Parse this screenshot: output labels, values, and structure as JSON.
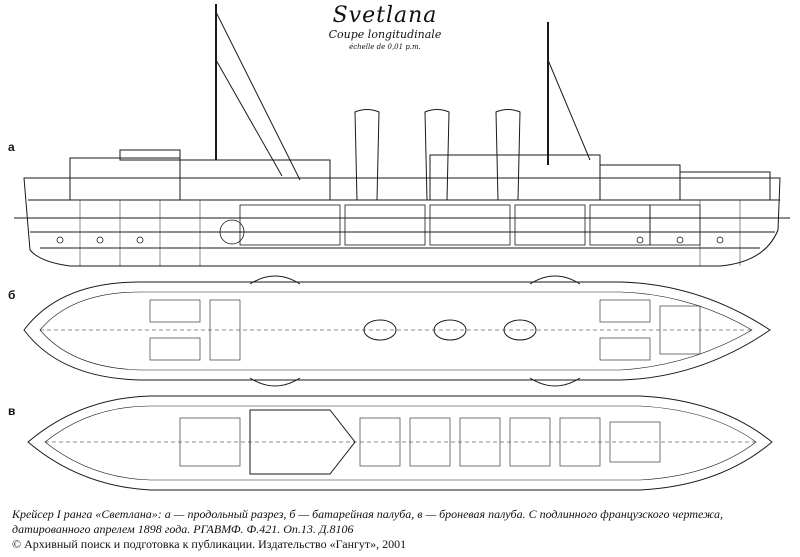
{
  "drawing": {
    "ship_name": "Svetlana",
    "subtitle": "Coupe longitudinale",
    "scale_note": "échelle de 0,01 p.m."
  },
  "panels": [
    {
      "id": "a",
      "label": "а"
    },
    {
      "id": "b",
      "label": "б"
    },
    {
      "id": "v",
      "label": "в"
    }
  ],
  "caption": {
    "line1": "Крейсер I ранга «Светлана»: а — продольный разрез, б — батарейная палуба, в — броневая палуба. С подлинного французского чертежа,",
    "line2": "датированного апрелем 1898 года. РГАВМФ. Ф.421. Оп.13. Д.8106",
    "line3": "© Архивный поиск и подготовка к публикации. Издательство «Гангут», 2001"
  }
}
